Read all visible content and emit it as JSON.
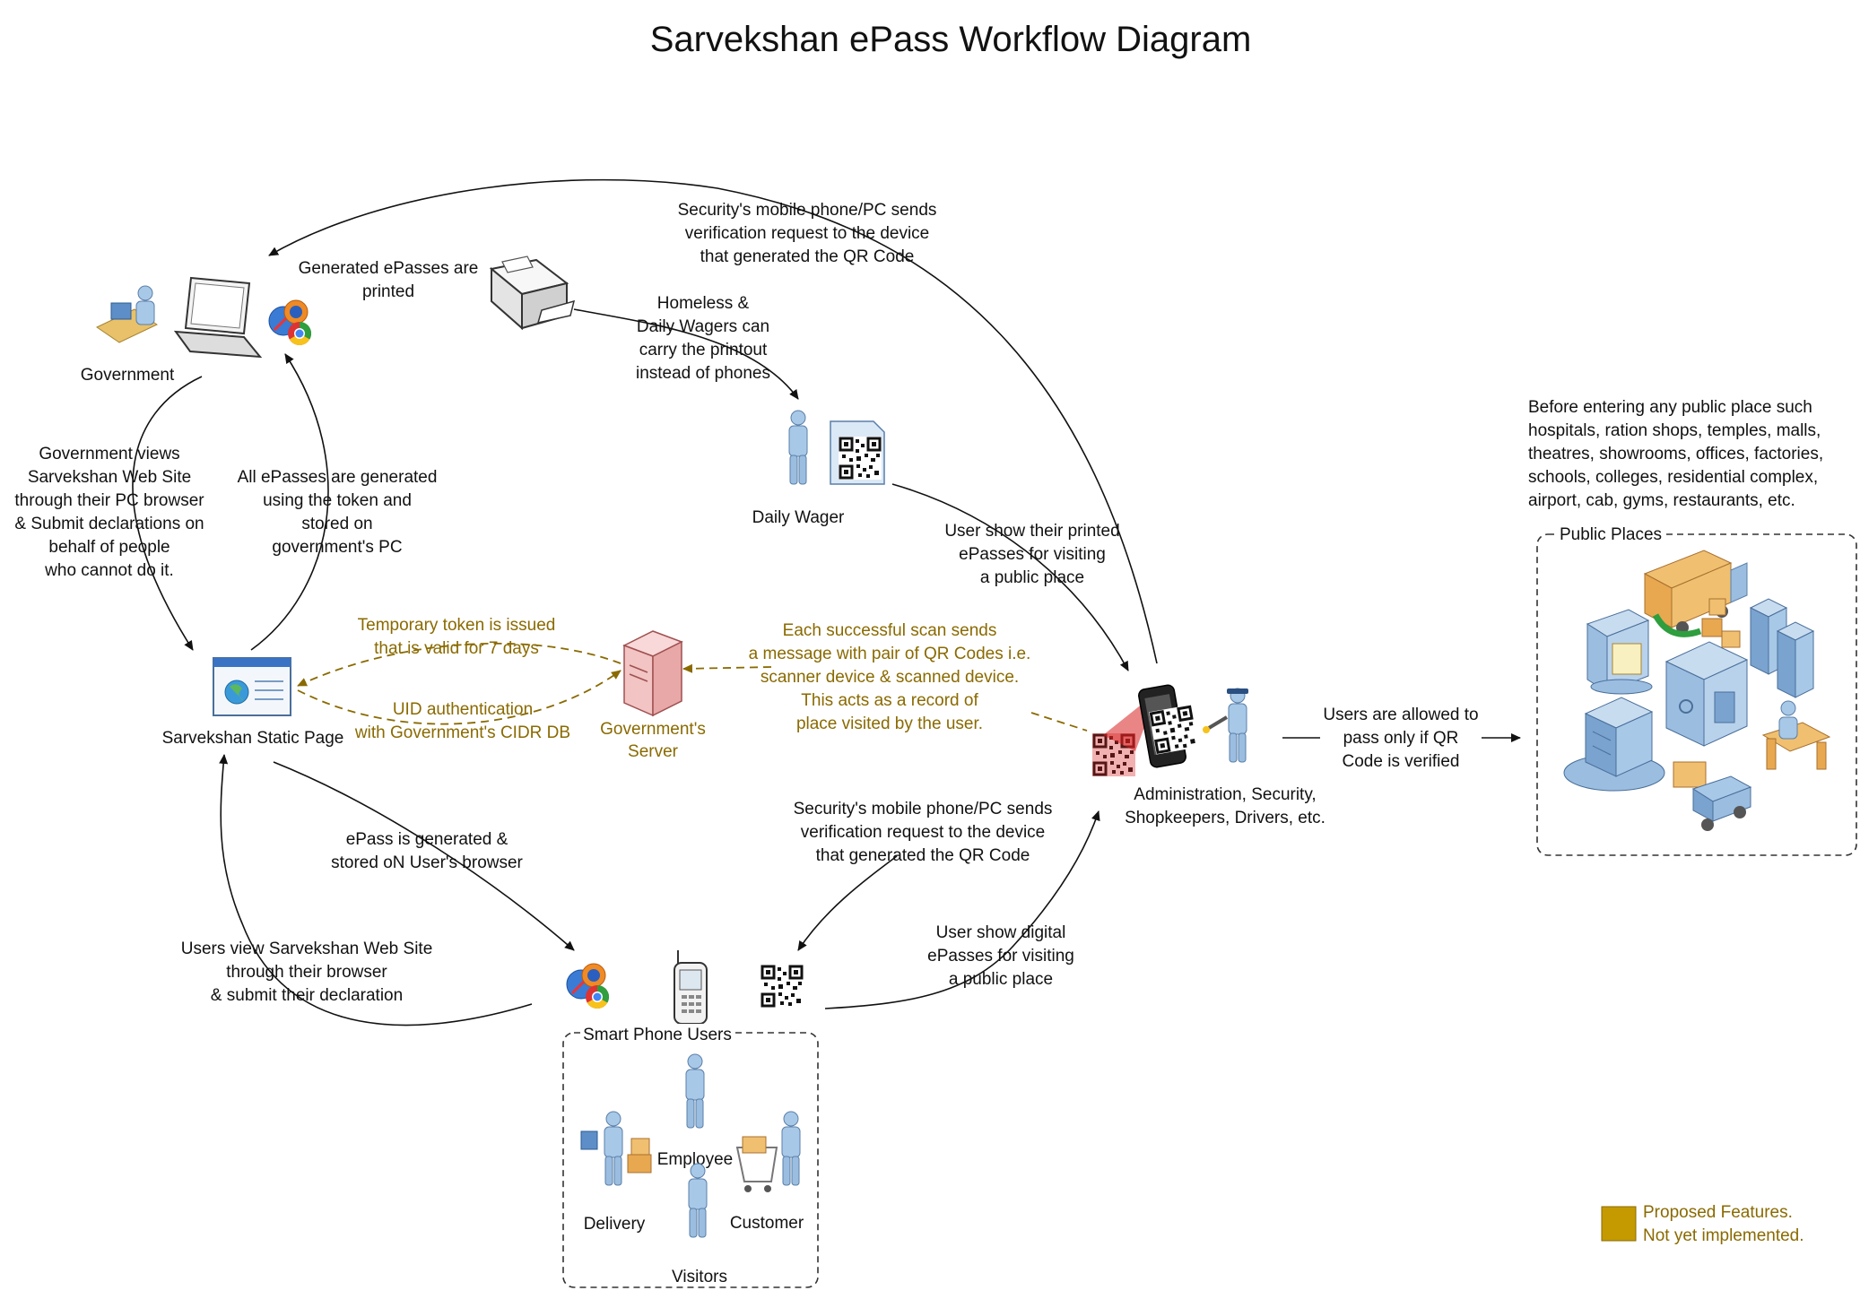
{
  "title": "Sarvekshan ePass Workflow Diagram",
  "colors": {
    "proposed": "#8a6a00",
    "legend_swatch": "#c49a00",
    "arrow": "#111111",
    "person": "#a8c8e8",
    "server": "#f2c4c4",
    "scan_beam": "#d82020"
  },
  "nodes": {
    "government": "Government",
    "static_page": "Sarvekshan Static Page",
    "gov_server": [
      "Government's",
      "Server"
    ],
    "daily_wager": "Daily Wager",
    "security": [
      "Administration, Security,",
      "Shopkeepers, Drivers, etc."
    ],
    "smart_phone_users": "Smart Phone Users",
    "visitors": "Visitors",
    "employee": "Employee",
    "delivery": "Delivery",
    "customer": "Customer",
    "public_places": "Public Places"
  },
  "labels": {
    "printed": [
      "Generated ePasses are",
      "printed"
    ],
    "security_top": [
      "Security's mobile phone/PC sends",
      "verification request to the device",
      "that generated the QR Code"
    ],
    "homeless": [
      "Homeless &",
      "Daily Wagers can",
      "carry the printout",
      "instead of phones"
    ],
    "gov_views": [
      "Government views",
      "Sarvekshan Web Site",
      "through their PC browser",
      "& Submit declarations on",
      "behalf of people",
      "who cannot do it."
    ],
    "all_epasses": [
      "All ePasses are generated",
      "using the token and",
      "stored on",
      "government's PC"
    ],
    "user_printed": [
      "User show their printed",
      "ePasses for visiting",
      "a public place"
    ],
    "temp_token": [
      "Temporary token is issued",
      "that is valid for 7 days"
    ],
    "uid_auth": [
      "UID authentication",
      "with Government's CIDR DB"
    ],
    "each_scan": [
      "Each successful scan sends",
      "a message with pair of QR Codes i.e.",
      "scanner device & scanned device.",
      "This acts as a record of",
      "place visited by the user."
    ],
    "allowed": [
      "Users are allowed to",
      "pass only if QR",
      "Code is verified"
    ],
    "before_entering": [
      "Before entering any public place such",
      "hospitals, ration shops, temples, malls,",
      "theatres, showrooms, offices, factories,",
      "schools, colleges, residential complex,",
      "airport, cab, gyms, restaurants, etc."
    ],
    "epass_generated": [
      "ePass is generated &",
      "stored oN User's browser"
    ],
    "security_bottom": [
      "Security's mobile phone/PC sends",
      "verification request to the device",
      "that generated the QR Code"
    ],
    "user_digital": [
      "User show digital",
      "ePasses for visiting",
      "a public place"
    ],
    "users_view": [
      "Users view Sarvekshan Web Site",
      "through their browser",
      "& submit their declaration"
    ]
  },
  "legend": [
    "Proposed Features.",
    "Not yet implemented."
  ]
}
